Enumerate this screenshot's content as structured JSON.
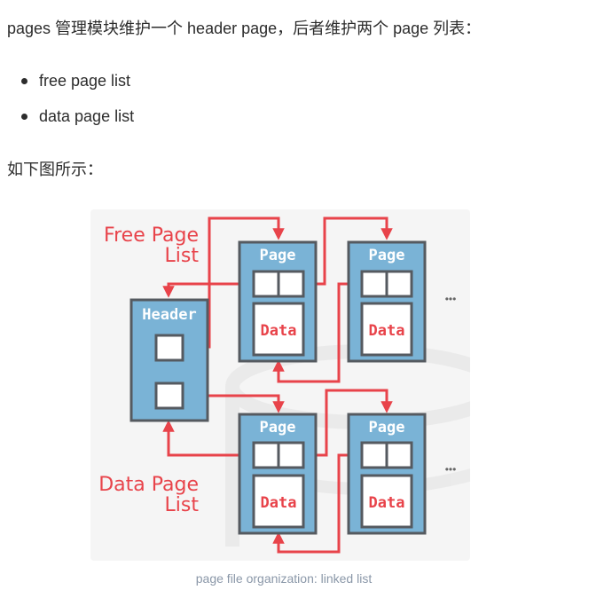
{
  "intro": "pages 管理模块维护一个 header page，后者维护两个 page 列表：",
  "list_items": [
    "free page list",
    "data page list"
  ],
  "figure_intro": "如下图所示：",
  "diagram": {
    "free_label_line1": "Free Page",
    "free_label_line2": "List",
    "data_label_line1": "Data Page",
    "data_label_line2": "List",
    "header_label": "Header",
    "page_label": "Page",
    "data_label": "Data",
    "ellipsis": "•••",
    "colors": {
      "box_fill": "#7ab3d6",
      "box_stroke": "#555a60",
      "arrow": "#e8434a",
      "label": "#e8434a",
      "background": "#f5f5f5"
    }
  },
  "caption": "page file organization: linked list"
}
